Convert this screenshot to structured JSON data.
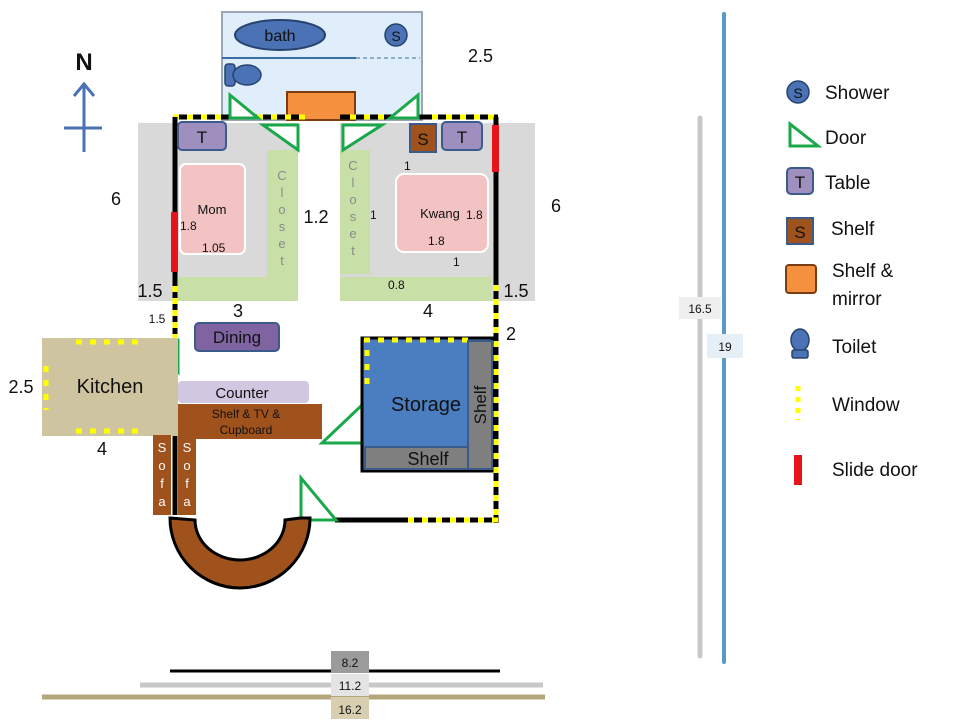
{
  "compass": {
    "label": "N"
  },
  "rooms": {
    "bath": "bath",
    "mom": "Mom",
    "kwang": "Kwang",
    "dining": "Dining",
    "kitchen": "Kitchen",
    "counter": "Counter",
    "shelf_tv_line1": "Shelf & TV &",
    "shelf_tv_line2": "Cupboard",
    "storage": "Storage",
    "storage_shelf_right": "Shelf",
    "storage_shelf_bottom": "Shelf",
    "closet_left_chars": [
      "C",
      "l",
      "o",
      "s",
      "e",
      "t"
    ],
    "closet_right_chars": [
      "C",
      "l",
      "o",
      "s",
      "e",
      "t"
    ],
    "sofa_chars": [
      "S",
      "o",
      "f",
      "a"
    ]
  },
  "markers": {
    "table": "T",
    "shower": "S",
    "shelf": "S"
  },
  "dimensions": {
    "bath_width": "2.5",
    "left_depth": "6",
    "right_depth": "6",
    "hall_width": "1.2",
    "left_closet_gap": "1.5",
    "right_closet_gap": "1.5",
    "left_gap_small": "1.5",
    "mom_bed_length": "1.8",
    "mom_bed_width": "1.05",
    "kwang_bed_length": "1.8",
    "kwang_bed_width": "1.8",
    "kwang_closet_depth": "1",
    "kwang_top": "1",
    "kwang_bottom": "1",
    "kwang_closet_strip": "0.8",
    "left_room_width": "3",
    "right_room_width": "4",
    "storage_gap": "2",
    "kitchen_depth": "2.5",
    "kitchen_width": "4",
    "vertical_1": "16.5",
    "vertical_2": "19",
    "bottom_1": "8.2",
    "bottom_2": "11.2",
    "bottom_3": "16.2"
  },
  "legend": {
    "shower": "Shower",
    "door": "Door",
    "table": "Table",
    "shelf": "Shelf",
    "shelf_mirror_1": "Shelf &",
    "shelf_mirror_2": "mirror",
    "toilet": "Toilet",
    "window": "Window",
    "slide_door": "Slide door"
  },
  "colors": {
    "wall": "#000000",
    "window": "#ffff00",
    "slide_door": "#e8141b",
    "door": "#19a94a",
    "bed": "#f3c3c3",
    "closet": "#c8dfa8",
    "room_gray": "#d9d9d9",
    "kitchen": "#cfc4a0",
    "counter": "#d1c7e0",
    "brown": "#a0521c",
    "storage": "#4a7ec0",
    "storage_shelf": "#7f7f7f",
    "bath_bg": "#dfeefa",
    "marker_purple": "#9e8fbf",
    "marker_blue": "#4a72b4",
    "shelf_orange": "#f4903e",
    "line_blue": "#5b9ac7",
    "line_gray": "#c8c8c8",
    "line_tan": "#b5a57a"
  }
}
